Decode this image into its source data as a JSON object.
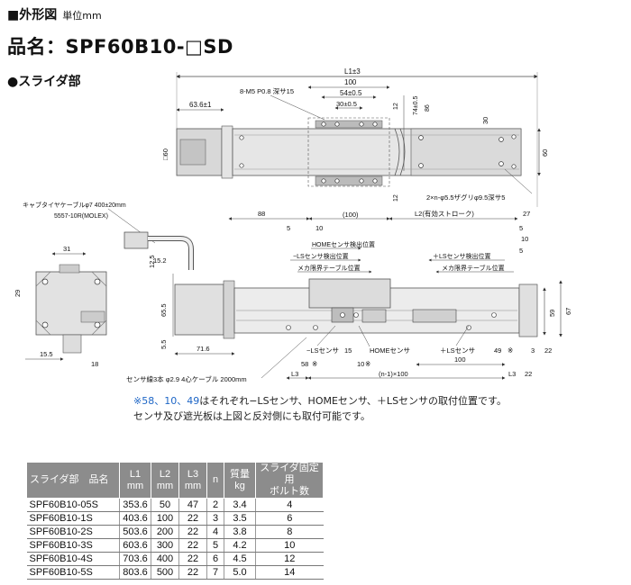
{
  "header": {
    "section_title": "■外形図",
    "unit": "単位mm",
    "product_label": "品名：SPF60B10-□SD",
    "sub_title": "●スライダ部"
  },
  "drawing": {
    "top_view": {
      "L1": "L1±3",
      "d63_6": "63.6±1",
      "d100": "100",
      "d54": "54±0.5",
      "d30": "30±0.5",
      "mount_holes": "8-M5 P0.8 深サ15",
      "d12a": "12",
      "d74": "74±0.5",
      "d86": "86",
      "d30v": "30",
      "sq60": "□60",
      "d60": "60",
      "d12b": "12",
      "bottom_holes": "2×n-φ5.5ザグリφ9.5深サ5"
    },
    "front_view": {
      "cable": "キャブタイヤケーブルφ7 400±20mm",
      "connector": "5557-10R(MOLEX)",
      "d88": "88",
      "d5a": "5",
      "d10a": "10",
      "d100p": "(100)",
      "L2": "L2(有効ストローク)",
      "d27": "27",
      "d5b": "5",
      "d10b": "10",
      "d5c": "5",
      "d12_5": "12.5",
      "d15_2": "15.2",
      "home_pos": "HOMEセンサ検出位置",
      "minus_pos": "−LSセンサ検出位置",
      "mech_pos_l": "メカ限界テーブル位置",
      "plus_pos": "＋LSセンサ検出位置",
      "mech_pos_r": "メカ限界テーブル位置",
      "d65_5": "65.5",
      "d5_5": "5.5",
      "d71_6": "71.6",
      "d59": "59",
      "d67": "67",
      "minus_ls": "−LSセンサ",
      "d15": "15",
      "home_sensor": "HOMEセンサ",
      "plus_ls": "＋LSセンサ",
      "d58": "58",
      "d10c": "10",
      "d49": "49",
      "d100b": "100",
      "d3": "3",
      "d22": "22",
      "sensor_cable": "センサ線3本 φ2.9 4心ケーブル 2000mm",
      "L3a": "L3",
      "pitch": "(n-1)×100",
      "L3b": "L3",
      "d22b": "22",
      "d31": "31",
      "d29": "29",
      "d15_5": "15.5",
      "d18": "18"
    }
  },
  "notes": {
    "line1_marked": "※58、10、49",
    "line1_rest": "はそれぞれ−LSセンサ、HOMEセンサ、＋LSセンサの取付位置です。",
    "line2": "センサ及び遮光板は上図と反対側にも取付可能です。"
  },
  "table": {
    "headers": {
      "name": "スライダ部　品名",
      "l1": "L1",
      "l1u": "mm",
      "l2": "L2",
      "l2u": "mm",
      "l3": "L3",
      "l3u": "mm",
      "n": "n",
      "mass": "質量",
      "massu": "kg",
      "bolts": "スライダ固定用",
      "boltsu": "ボルト数"
    },
    "rows": [
      {
        "name": "SPF60B10-05S",
        "l1": "353.6",
        "l2": "50",
        "l3": "47",
        "n": "2",
        "mass": "3.4",
        "bolts": "4"
      },
      {
        "name": "SPF60B10-1S",
        "l1": "403.6",
        "l2": "100",
        "l3": "22",
        "n": "3",
        "mass": "3.5",
        "bolts": "6"
      },
      {
        "name": "SPF60B10-2S",
        "l1": "503.6",
        "l2": "200",
        "l3": "22",
        "n": "4",
        "mass": "3.8",
        "bolts": "8"
      },
      {
        "name": "SPF60B10-3S",
        "l1": "603.6",
        "l2": "300",
        "l3": "22",
        "n": "5",
        "mass": "4.2",
        "bolts": "10"
      },
      {
        "name": "SPF60B10-4S",
        "l1": "703.6",
        "l2": "400",
        "l3": "22",
        "n": "6",
        "mass": "4.5",
        "bolts": "12"
      },
      {
        "name": "SPF60B10-5S",
        "l1": "803.6",
        "l2": "500",
        "l3": "22",
        "n": "7",
        "mass": "5.0",
        "bolts": "14"
      }
    ]
  }
}
